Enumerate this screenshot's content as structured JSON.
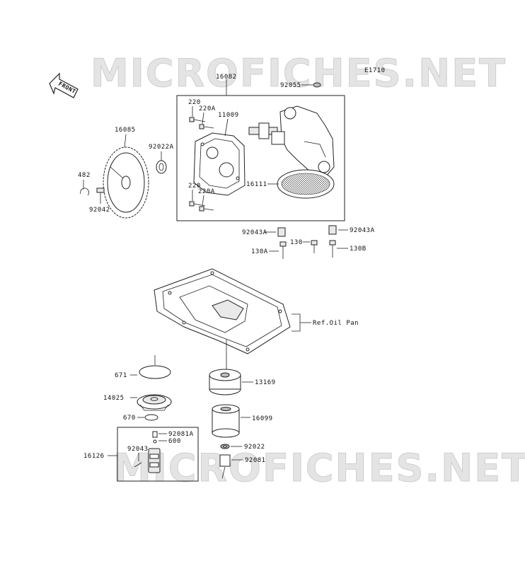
{
  "watermark": "MICROFICHES.NET",
  "diagram_code": "E1710",
  "front_label": "FRONT",
  "parts": {
    "p16082": "16082",
    "p92055": "92055",
    "p220_a": "220",
    "p220A_a": "220A",
    "p11009": "11009",
    "p16085": "16085",
    "p92022A": "92022A",
    "p482": "482",
    "p92042": "92042",
    "p220_b": "220",
    "p220A_b": "220A",
    "p16111": "16111",
    "p92043A_l": "92043A",
    "p92043A_r": "92043A",
    "p130": "130",
    "p130A": "130A",
    "p130B": "130B",
    "ref_oil_pan": "Ref.Oil Pan",
    "p671": "671",
    "p14025": "14025",
    "p670": "670",
    "p13169": "13169",
    "p16099": "16099",
    "p92081A": "92081A",
    "p600": "600",
    "p92043": "92043",
    "p16126": "16126",
    "p92022": "92022",
    "p92081": "92081"
  }
}
